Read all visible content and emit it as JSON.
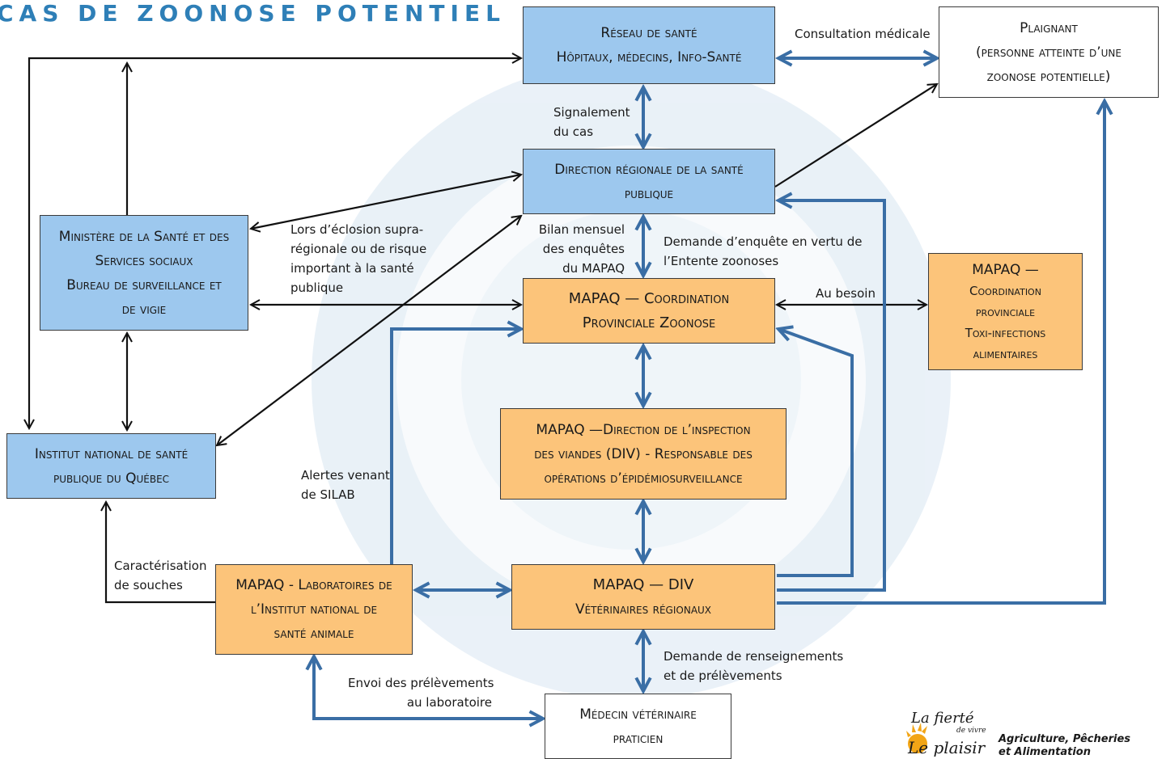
{
  "title": "CAS DE ZOONOSE POTENTIEL",
  "nodes": {
    "reseau": [
      "Réseau de santé",
      "Hôpitaux, médecins, Info-Santé"
    ],
    "plaignant": [
      "Plaignant",
      "(personne atteinte d’une",
      "zoonose potentielle)"
    ],
    "direction": [
      "Direction régionale de la santé",
      "publique"
    ],
    "ministere": [
      "Ministère de la Santé et des",
      "Services sociaux",
      "Bureau de surveillance et",
      "de vigie"
    ],
    "coordination": [
      "MAPAQ — Coordination",
      "Provinciale Zoonose"
    ],
    "toxi": [
      "MAPAQ —",
      "Coordination",
      "provinciale",
      "Toxi-infections",
      "alimentaires"
    ],
    "div_inspection": [
      "MAPAQ —Direction de l’inspection",
      "des viandes (DIV) - Responsable des",
      "opérations d’épidémiosurveillance"
    ],
    "institut": [
      "Institut national de santé",
      "publique du Québec"
    ],
    "laboratoires": [
      "MAPAQ - Laboratoires de",
      "l’Institut national de",
      "santé animale"
    ],
    "veterinaires": [
      "MAPAQ — DIV",
      "Vétérinaires régionaux"
    ],
    "medecin": [
      "Médecin vétérinaire",
      "praticien"
    ]
  },
  "labels": {
    "consultation": [
      "Consultation médicale"
    ],
    "signalement": [
      "Signalement",
      "du cas"
    ],
    "eclosion": [
      "Lors d’éclosion supra-",
      "régionale ou de risque",
      "important à la santé",
      "publique"
    ],
    "bilan": [
      "Bilan mensuel",
      "des enquêtes",
      "du MAPAQ"
    ],
    "demande_enquete": [
      "Demande d’enquête en vertu de",
      "l’Entente zoonoses"
    ],
    "besoin": [
      "Au besoin"
    ],
    "alertes": [
      "Alertes venant",
      "de SILAB"
    ],
    "caracterisation": [
      "Caractérisation",
      "de souches"
    ],
    "envoi": [
      "Envoi des prélèvements",
      "au laboratoire"
    ],
    "demande_renseignements": [
      "Demande de renseignements",
      "et de prélèvements"
    ]
  },
  "logo": {
    "slogan": [
      "La fierté",
      "de vivre",
      "Le plaisir"
    ],
    "organization": [
      "Agriculture, Pêcheries",
      "et Alimentation"
    ]
  },
  "colors": {
    "blue_box": "#9dc8ee",
    "orange_box": "#fcc47a",
    "blue_arrow": "#3a6ea5",
    "black_arrow": "#111111",
    "title": "#2e7fb7"
  }
}
